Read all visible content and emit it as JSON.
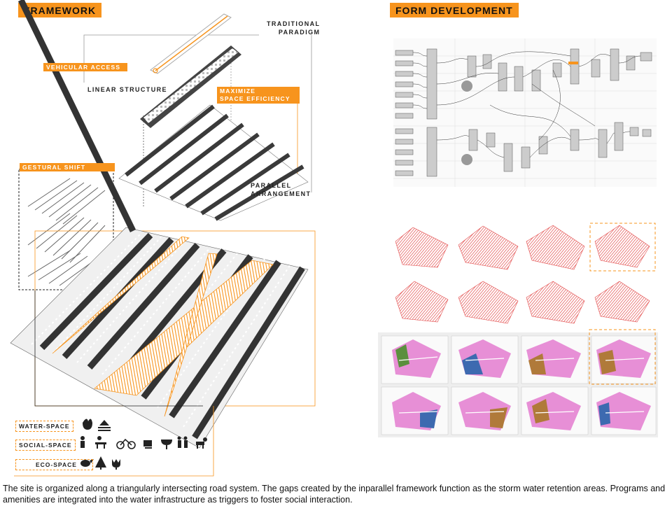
{
  "left": {
    "title": "FRAMEWORK",
    "labels": {
      "traditional_paradigm": "TRADITIONAL\nPARADIGM",
      "vehicular_access": "VEHICULAR ACCESS",
      "linear_structure": "LINEAR STRUCTURE",
      "maximize": "MAXIMIZE\nSPACE EFFICIENCY",
      "parallel": "PARALLEL\nARRANGEMENT",
      "gestural_shift": "GESTURAL SHIFT"
    },
    "legend": [
      {
        "label": "WATER-SPACE",
        "icons": [
          "fire-water-icon",
          "waves-icon"
        ]
      },
      {
        "label": "SOCIAL-SPACE",
        "icons": [
          "people-icon",
          "picnic-icon",
          "bicycle-icon",
          "cup-icon",
          "grill-icon",
          "family-icon",
          "dog-icon"
        ]
      },
      {
        "label": "ECO-SPACE",
        "icons": [
          "bird-icon",
          "tree-icon",
          "tulip-icon"
        ]
      }
    ]
  },
  "right": {
    "title": "FORM DEVELOPMENT"
  },
  "caption": "The site is organized along a triangularly intersecting road system. The gaps created by the inparallel framework function as the storm water retention areas. Programs and amenities are integrated into the water infrastructure as triggers to foster social interaction.",
  "colors": {
    "accent": "#f7941d",
    "red": "#e34a4a",
    "pink": "#e78fd6"
  }
}
